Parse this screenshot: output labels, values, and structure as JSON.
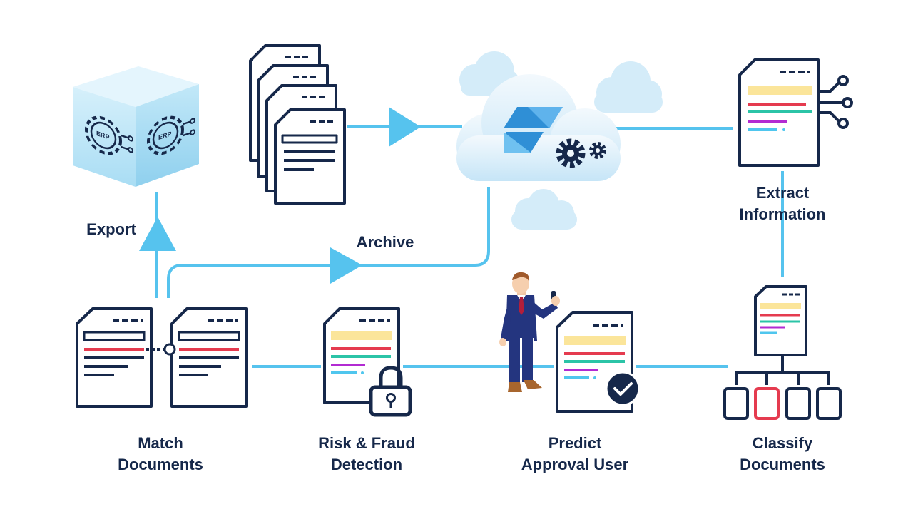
{
  "labels": {
    "export": "Export",
    "archive": "Archive",
    "extract": [
      "Extract",
      "Information"
    ],
    "match": [
      "Match",
      "Documents"
    ],
    "risk": [
      "Risk & Fraud",
      "Detection"
    ],
    "predict": [
      "Predict",
      "Approval User"
    ],
    "classify": [
      "Classify",
      "Documents"
    ]
  },
  "erp_text": "ERP",
  "colors": {
    "navy": "#16284a",
    "flow": "#56c3ee",
    "yellow": "#fbe59a",
    "red": "#e53b4f",
    "teal": "#2bc4a7",
    "purple": "#b22bd2",
    "cyan": "#4fc6ee",
    "cloud": "#cfe9f8",
    "cube": "#bfe7f8",
    "suit": "#24357f",
    "tie": "#b41e3a"
  },
  "icons": [
    "erp-cube-icon",
    "document-stack-icon",
    "cloud-icon",
    "gear-icon",
    "logo-icon",
    "circuit-icon",
    "padlock-icon",
    "check-badge-icon",
    "business-person-icon",
    "hierarchy-icon",
    "arrow-icon"
  ]
}
